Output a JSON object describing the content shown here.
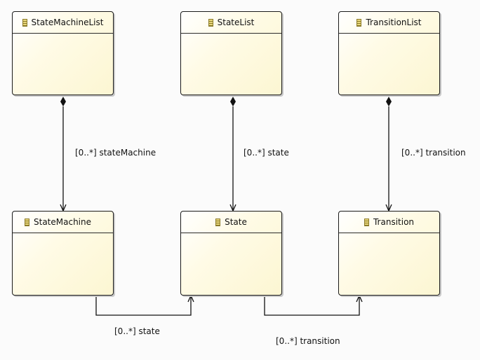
{
  "classes": {
    "state_machine_list": "StateMachineList",
    "state_list": "StateList",
    "transition_list": "TransitionList",
    "state_machine": "StateMachine",
    "state": "State",
    "transition": "Transition"
  },
  "edges": {
    "sml_to_sm": "[0..*] stateMachine",
    "sl_to_s": "[0..*] state",
    "tl_to_t": "[0..*] transition",
    "sm_to_s": "[0..*] state",
    "s_to_t": "[0..*] transition"
  },
  "icon": "class-icon"
}
